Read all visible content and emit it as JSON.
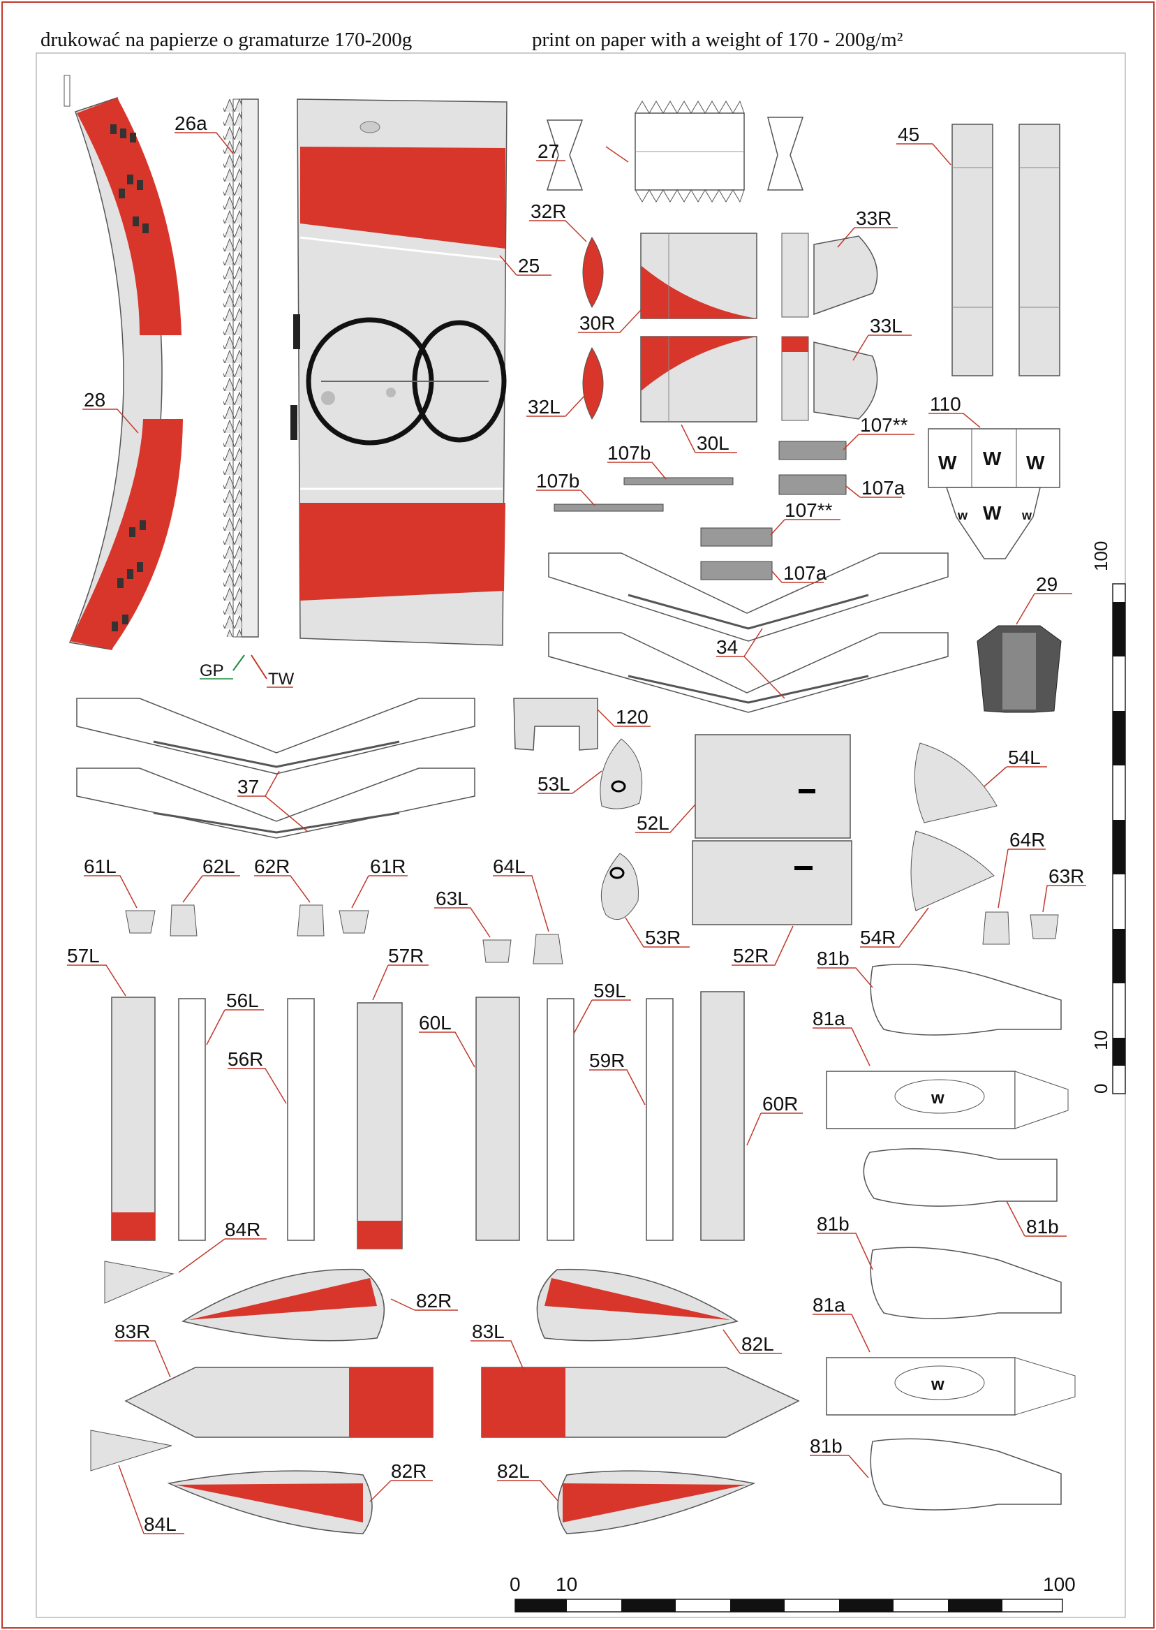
{
  "header": {
    "left_text": "drukować na papierze o gramaturze 170-200g",
    "right_text": "print on paper with a weight of 170 - 200g/m²"
  },
  "colors": {
    "red": "#d8352b",
    "grey": "#e2e2e2",
    "outline": "#555555",
    "leader": "#c0392b",
    "border": "#c0392b",
    "ink": "#111111"
  },
  "labels": {
    "p26a": "26a",
    "p25": "25",
    "p28": "28",
    "p27": "27",
    "p45": "45",
    "p32R": "32R",
    "p33R": "33R",
    "p30R": "30R",
    "p33L": "33L",
    "p32L": "32L",
    "p30L": "30L",
    "p107ss1": "107**",
    "p107b1": "107b",
    "p107a1": "107a",
    "p107b2": "107b",
    "p107ss2": "107**",
    "p107a2": "107a",
    "p110": "110",
    "p29": "29",
    "p34": "34",
    "pGP": "GP",
    "pTW": "TW",
    "p37": "37",
    "p120": "120",
    "p53L": "53L",
    "p52L": "52L",
    "p54L": "54L",
    "p61L": "61L",
    "p62L": "62L",
    "p62R": "62R",
    "p61R": "61R",
    "p63L": "63L",
    "p64L": "64L",
    "p53R": "53R",
    "p52R": "52R",
    "p64R": "64R",
    "p63R": "63R",
    "p54R": "54R",
    "p57L": "57L",
    "p56L": "56L",
    "p56R": "56R",
    "p57R": "57R",
    "p60L": "60L",
    "p59L": "59L",
    "p59R": "59R",
    "p60R": "60R",
    "p81b1": "81b",
    "p81a1": "81a",
    "p81b2": "81b",
    "p81b3": "81b",
    "p81a2": "81a",
    "p81b4": "81b",
    "p84R": "84R",
    "p82R1": "82R",
    "p83R": "83R",
    "p83L": "83L",
    "p82L1": "82L",
    "p84L": "84L",
    "p82R2": "82R",
    "p82L2": "82L"
  },
  "window_marks": {
    "big": "W",
    "small": "w"
  },
  "scale_vertical": {
    "start": "0",
    "mid": "10",
    "end": "100"
  },
  "scale_horizontal": {
    "start": "0",
    "mid": "10",
    "end": "100"
  }
}
